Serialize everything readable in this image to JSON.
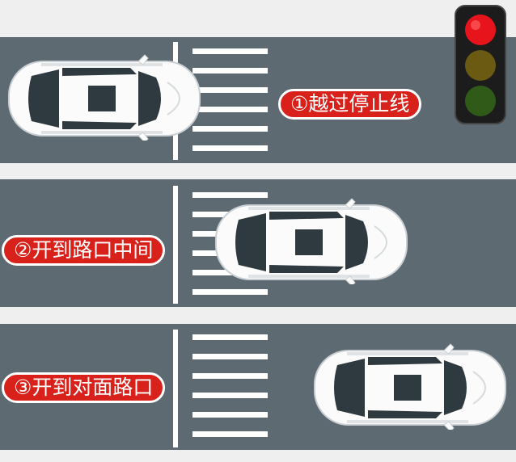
{
  "steps": [
    {
      "label": "①越过停止线"
    },
    {
      "label": "②开到路口中间"
    },
    {
      "label": "③开到对面路口"
    }
  ],
  "traffic_light": {
    "active": "red",
    "lamps": [
      "red",
      "yellow",
      "green"
    ]
  },
  "colors": {
    "road": "#5d6a72",
    "lane_divider": "#efefef",
    "tag_fill": "#d9211b",
    "tag_border": "#ffffff",
    "marking": "#ffffff",
    "car_body": "#ffffff",
    "car_glass": "#2e3a40"
  },
  "icons": [
    "car-icon",
    "traffic-light-icon"
  ]
}
